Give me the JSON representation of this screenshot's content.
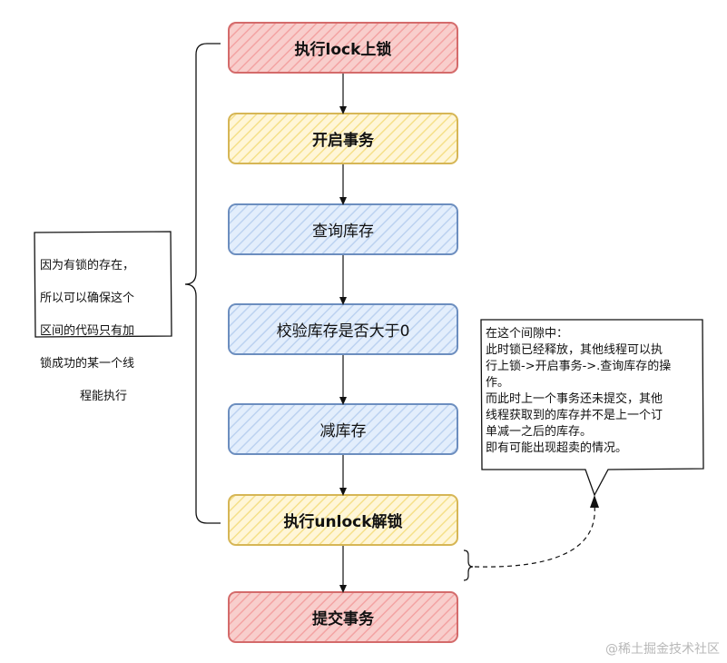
{
  "steps": [
    {
      "label": "执行lock上锁",
      "bold": true
    },
    {
      "label": "开启事务",
      "bold": true
    },
    {
      "label": "查询库存",
      "bold": false
    },
    {
      "label": "校验库存是否大于0",
      "bold": false
    },
    {
      "label": "减库存",
      "bold": false
    },
    {
      "label": "执行unlock解锁",
      "bold": true
    },
    {
      "label": "提交事务",
      "bold": true
    }
  ],
  "colors": {
    "red_fill": "#f8cecc",
    "red_stroke": "#d46b6b",
    "red_hatch": "#f5a6a6",
    "yellow_fill": "#fff2cc",
    "yellow_stroke": "#d6b656",
    "yellow_hatch": "#f5e08a",
    "blue_fill": "#dae8fc",
    "blue_stroke": "#6c8ebf",
    "blue_hatch": "#b7cff0"
  },
  "left_note": {
    "lines": [
      "因为有锁的存在，",
      "所以可以确保这个",
      "区间的代码只有加",
      "锁成功的某一个线",
      "程能执行"
    ]
  },
  "right_note": {
    "text": "在这个间隙中：\n此时锁已经释放，其他线程可以执\n行上锁->开启事务->.查询库存的操\n作。\n而此时上一个事务还未提交，其他\n线程获取到的库存并不是上一个订\n单减一之后的库存。\n即有可能出现超卖的情况。"
  },
  "watermark": "@稀土掘金技术社区"
}
